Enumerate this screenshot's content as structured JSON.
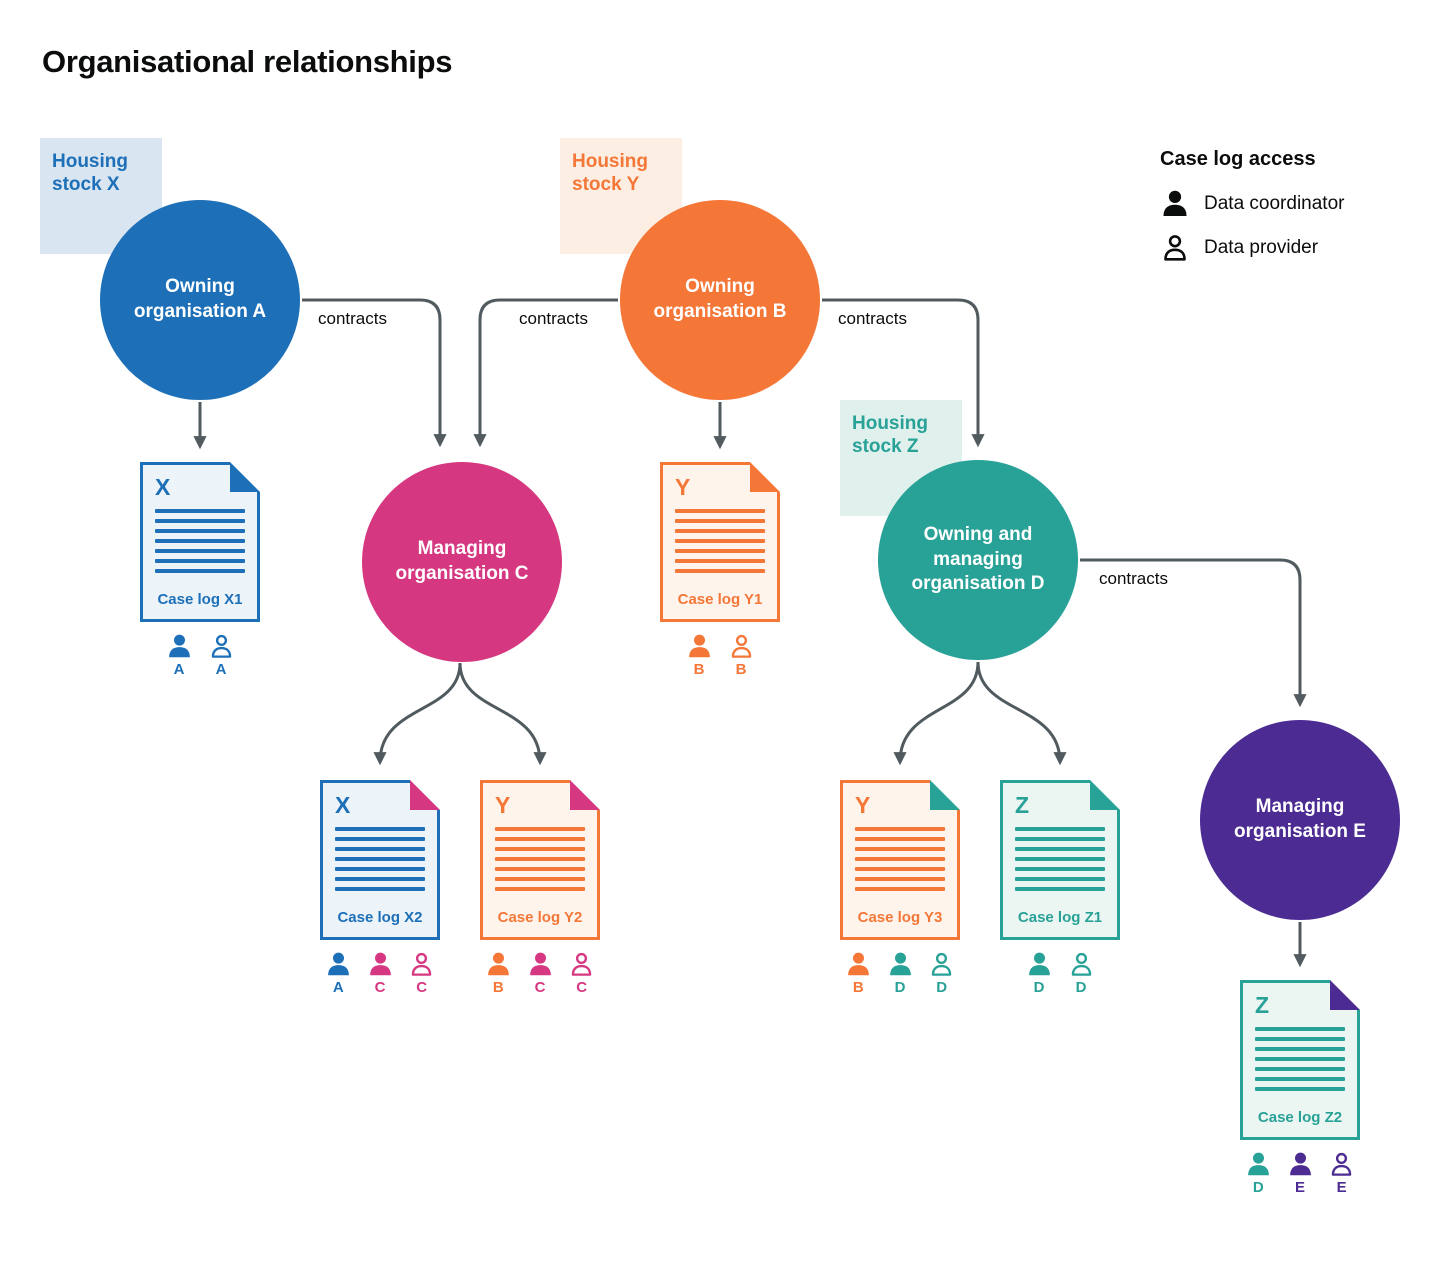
{
  "title": "Organisational relationships",
  "legend": {
    "title": "Case log access",
    "items": [
      {
        "icon": "person-filled",
        "label": "Data coordinator"
      },
      {
        "icon": "person-outline",
        "label": "Data provider"
      }
    ]
  },
  "housing_stocks": [
    {
      "label": "Housing stock X",
      "color": "#1d70b8"
    },
    {
      "label": "Housing stock Y",
      "color": "#f47738"
    },
    {
      "label": "Housing stock Z",
      "color": "#28a197"
    }
  ],
  "organisations": [
    {
      "id": "A",
      "label": "Owning organisation A",
      "color": "#1d70b8"
    },
    {
      "id": "B",
      "label": "Owning organisation B",
      "color": "#f47738"
    },
    {
      "id": "C",
      "label": "Managing organisation C",
      "color": "#d53880"
    },
    {
      "id": "D",
      "label": "Owning and managing organisation D",
      "color": "#28a197"
    },
    {
      "id": "E",
      "label": "Managing organisation E",
      "color": "#4c2c92"
    }
  ],
  "contract_labels": [
    "contracts",
    "contracts",
    "contracts",
    "contracts"
  ],
  "case_logs": [
    {
      "letter": "X",
      "label": "Case log X1",
      "color": "#1d70b8",
      "fold_color": "#1d70b8",
      "access": [
        {
          "role": "coordinator",
          "letter": "A",
          "color": "#1d70b8"
        },
        {
          "role": "provider",
          "letter": "A",
          "color": "#1d70b8"
        }
      ]
    },
    {
      "letter": "Y",
      "label": "Case log Y1",
      "color": "#f47738",
      "fold_color": "#f47738",
      "access": [
        {
          "role": "coordinator",
          "letter": "B",
          "color": "#f47738"
        },
        {
          "role": "provider",
          "letter": "B",
          "color": "#f47738"
        }
      ]
    },
    {
      "letter": "X",
      "label": "Case log X2",
      "color": "#1d70b8",
      "fold_color": "#d53880",
      "access": [
        {
          "role": "coordinator",
          "letter": "A",
          "color": "#1d70b8"
        },
        {
          "role": "coordinator",
          "letter": "C",
          "color": "#d53880"
        },
        {
          "role": "provider",
          "letter": "C",
          "color": "#d53880"
        }
      ]
    },
    {
      "letter": "Y",
      "label": "Case log Y2",
      "color": "#f47738",
      "fold_color": "#d53880",
      "access": [
        {
          "role": "coordinator",
          "letter": "B",
          "color": "#f47738"
        },
        {
          "role": "coordinator",
          "letter": "C",
          "color": "#d53880"
        },
        {
          "role": "provider",
          "letter": "C",
          "color": "#d53880"
        }
      ]
    },
    {
      "letter": "Y",
      "label": "Case log Y3",
      "color": "#f47738",
      "fold_color": "#28a197",
      "access": [
        {
          "role": "coordinator",
          "letter": "B",
          "color": "#f47738"
        },
        {
          "role": "coordinator",
          "letter": "D",
          "color": "#28a197"
        },
        {
          "role": "provider",
          "letter": "D",
          "color": "#28a197"
        }
      ]
    },
    {
      "letter": "Z",
      "label": "Case log Z1",
      "color": "#28a197",
      "fold_color": "#28a197",
      "access": [
        {
          "role": "coordinator",
          "letter": "D",
          "color": "#28a197"
        },
        {
          "role": "provider",
          "letter": "D",
          "color": "#28a197"
        }
      ]
    },
    {
      "letter": "Z",
      "label": "Case log Z2",
      "color": "#28a197",
      "fold_color": "#4c2c92",
      "access": [
        {
          "role": "coordinator",
          "letter": "D",
          "color": "#28a197"
        },
        {
          "role": "coordinator",
          "letter": "E",
          "color": "#4c2c92"
        },
        {
          "role": "provider",
          "letter": "E",
          "color": "#4c2c92"
        }
      ]
    }
  ],
  "colors": {
    "blue": "#1d70b8",
    "orange": "#f47738",
    "pink": "#d53880",
    "teal": "#28a197",
    "purple": "#4c2c92",
    "arrow": "#505a5f",
    "text": "#0b0c0c"
  }
}
